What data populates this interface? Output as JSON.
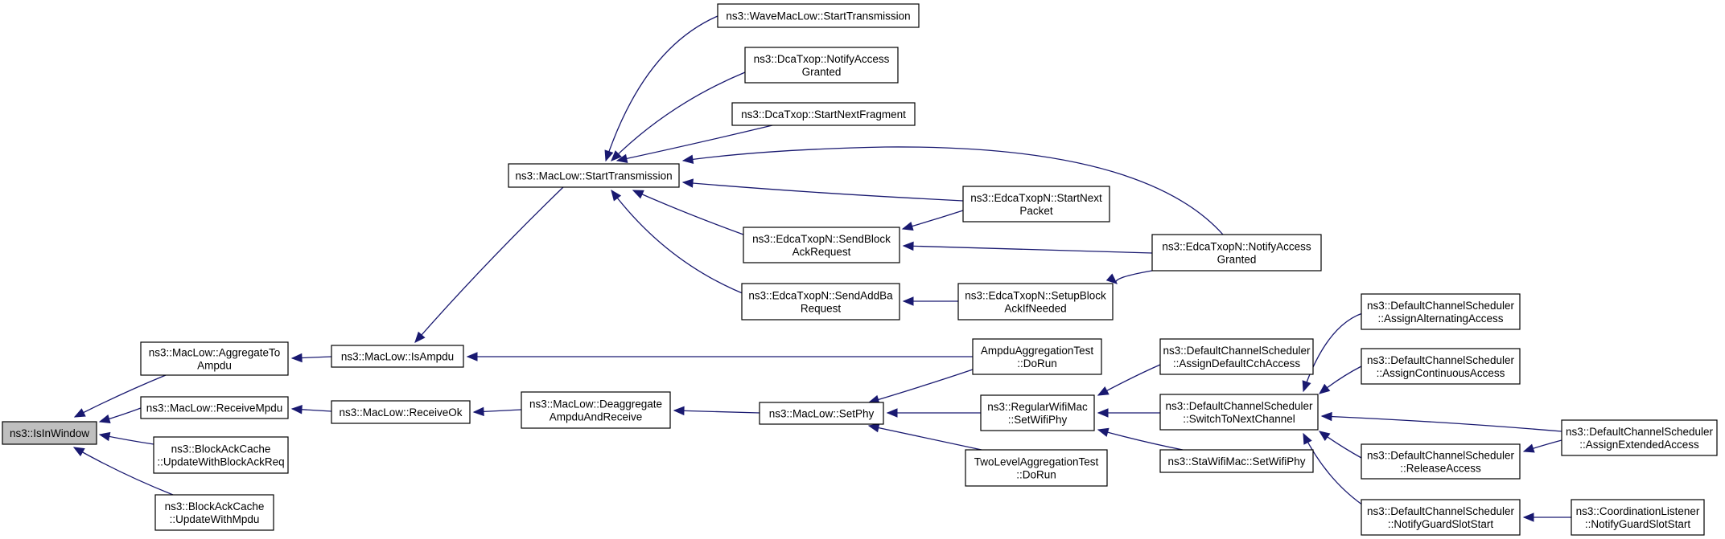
{
  "nodes": {
    "isinwindow": [
      "ns3::IsInWindow"
    ],
    "aggregatetoampdu": [
      "ns3::MacLow::AggregateTo",
      "Ampdu"
    ],
    "receivempdu": [
      "ns3::MacLow::ReceiveMpdu"
    ],
    "updatewithblockackreq": [
      "ns3::BlockAckCache",
      "::UpdateWithBlockAckReq"
    ],
    "updatewithmpdu": [
      "ns3::BlockAckCache",
      "::UpdateWithMpdu"
    ],
    "isampdu": [
      "ns3::MacLow::IsAmpdu"
    ],
    "receiveok": [
      "ns3::MacLow::ReceiveOk"
    ],
    "starttransmission": [
      "ns3::MacLow::StartTransmission"
    ],
    "deaggregate": [
      "ns3::MacLow::Deaggregate",
      "AmpduAndReceive"
    ],
    "wavestarttransmission": [
      "ns3::WaveMacLow::StartTransmission"
    ],
    "dcanotifyaccess": [
      "ns3::DcaTxop::NotifyAccess",
      "Granted"
    ],
    "dcastartnextfragment": [
      "ns3::DcaTxop::StartNextFragment"
    ],
    "sendblockackrequest": [
      "ns3::EdcaTxopN::SendBlock",
      "AckRequest"
    ],
    "sendaddbarequest": [
      "ns3::EdcaTxopN::SendAddBa",
      "Request"
    ],
    "setphy": [
      "ns3::MacLow::SetPhy"
    ],
    "startnextpacket": [
      "ns3::EdcaTxopN::StartNext",
      "Packet"
    ],
    "setupblockack": [
      "ns3::EdcaTxopN::SetupBlock",
      "AckIfNeeded"
    ],
    "ampdutest": [
      "AmpduAggregationTest",
      "::DoRun"
    ],
    "regularsetwifiphy": [
      "ns3::RegularWifiMac",
      "::SetWifiPhy"
    ],
    "twoleveltest": [
      "TwoLevelAggregationTest",
      "::DoRun"
    ],
    "edcanotifyaccess": [
      "ns3::EdcaTxopN::NotifyAccess",
      "Granted"
    ],
    "assigndefaultcch": [
      "ns3::DefaultChannelScheduler",
      "::AssignDefaultCchAccess"
    ],
    "switchtonextchannel": [
      "ns3::DefaultChannelScheduler",
      "::SwitchToNextChannel"
    ],
    "stasetwifiphy": [
      "ns3::StaWifiMac::SetWifiPhy"
    ],
    "assignalternating": [
      "ns3::DefaultChannelScheduler",
      "::AssignAlternatingAccess"
    ],
    "assigncontinuous": [
      "ns3::DefaultChannelScheduler",
      "::AssignContinuousAccess"
    ],
    "releaseaccess": [
      "ns3::DefaultChannelScheduler",
      "::ReleaseAccess"
    ],
    "notifyguardslotstart": [
      "ns3::DefaultChannelScheduler",
      "::NotifyGuardSlotStart"
    ],
    "assignextended": [
      "ns3::DefaultChannelScheduler",
      "::AssignExtendedAccess"
    ],
    "coordinationlistener": [
      "ns3::CoordinationListener",
      "::NotifyGuardSlotStart"
    ]
  },
  "root_fill": "#bfbfbf",
  "edge_color": "#191970"
}
